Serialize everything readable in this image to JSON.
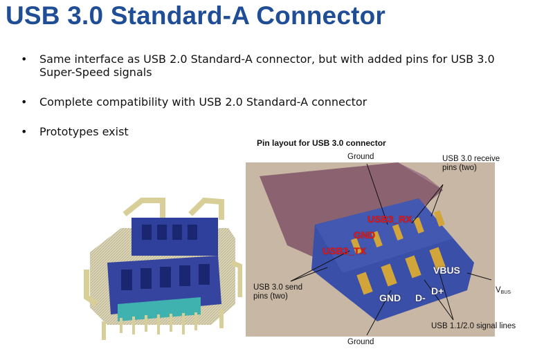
{
  "slide": {
    "title": "USB 3.0 Standard-A Connector",
    "bullets": [
      "Same interface as USB 2.0 Standard-A connector, but with added pins for USB 3.0 Super-Speed signals",
      "Complete compatibility with USB 2.0 Standard-A connector",
      "Prototypes exist"
    ],
    "bullet_glyph": "•"
  },
  "photo": {
    "title": "Pin layout for USB 3.0 connector",
    "annotations": {
      "ground_top": "Ground",
      "receive_line1": "USB 3.0 receive",
      "receive_line2": "pins (two)",
      "send_line1": "USB 3.0 send",
      "send_line2": "pins (two)",
      "vbus_main": "V",
      "vbus_sub": "BUS",
      "signal_lines": "USB 1.1/2.0 signal lines",
      "ground_bottom": "Ground"
    },
    "pin_labels": {
      "usb3_rx": "USB3_RX",
      "gnd_red": "GND",
      "usb3_tx": "USB3_TX",
      "vbus_pin": "VBUS",
      "gnd_white": "GND",
      "d_minus": "D-",
      "d_plus": "D+"
    }
  },
  "colors": {
    "title": "#1f4e96",
    "pin_label_red": "#e01a1a",
    "connector_blue": "#3a4fa8",
    "pin_gold": "#d2a53a",
    "shell_mauve": "#8a6270"
  }
}
